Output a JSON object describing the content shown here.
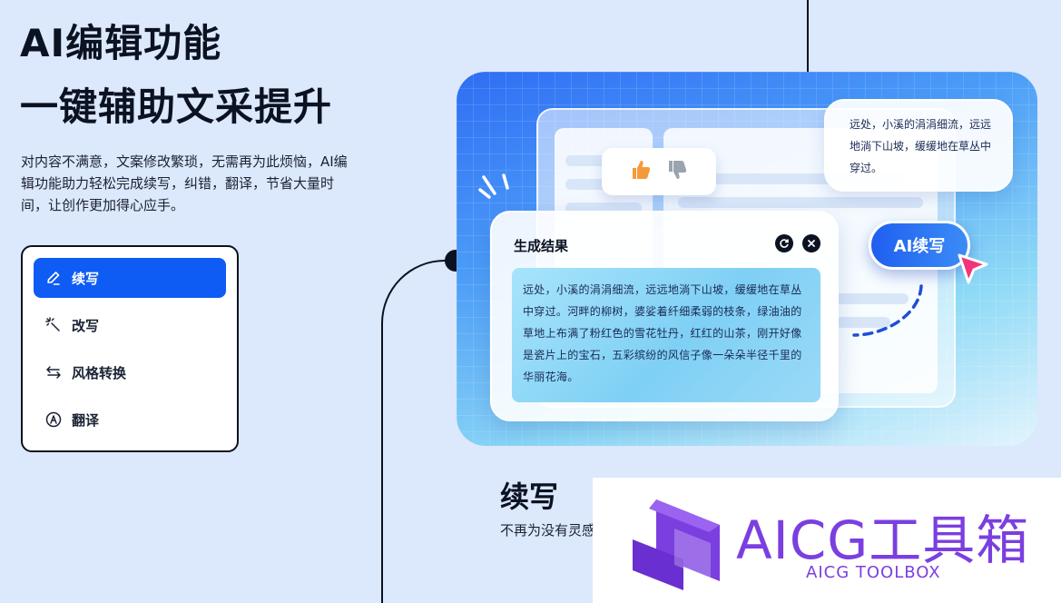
{
  "hero": {
    "title_line1": "AI编辑功能",
    "title_line2": "一键辅助文采提升",
    "description": "对内容不满意，文案修改繁琐，无需再为此烦恼，AI编辑功能助力轻松完成续写，纠错，翻译，节省大量时间，让创作更加得心应手。"
  },
  "menu": {
    "items": [
      {
        "label": "续写",
        "icon": "pencil-icon",
        "active": true
      },
      {
        "label": "改写",
        "icon": "magic-wand-icon",
        "active": false
      },
      {
        "label": "风格转换",
        "icon": "swap-arrows-icon",
        "active": false
      },
      {
        "label": "翻译",
        "icon": "translate-icon",
        "active": false
      }
    ]
  },
  "illustration": {
    "bubble_text": "远处，小溪的涓涓细流，远远地淌下山坡，缓缓地在草丛中穿过。",
    "ai_button_label": "AI续写",
    "result_title": "生成结果",
    "result_text": "远处，小溪的涓涓细流，远远地淌下山坡，缓缓地在草丛中穿过。河畔的柳树，婆娑着纤细柔弱的枝条，绿油油的草地上布满了粉红色的雪花牡丹，红红的山茶，刚开好像是瓷片上的宝石，五彩缤纷的风信子像一朵朵半径千里的华丽花海。",
    "colors": {
      "thumb_up": "#f59a3a",
      "thumb_down": "#9aa3b0",
      "ai_button": "#1f5ff0",
      "cursor": "#f2347a"
    }
  },
  "section": {
    "title": "续写",
    "description": "不再为没有灵感的内容进行续写界，轻松解决写"
  },
  "watermark": {
    "main": "AICG工具箱",
    "sub": "AICG TOOLBOX",
    "color": "#7b3fe0"
  }
}
